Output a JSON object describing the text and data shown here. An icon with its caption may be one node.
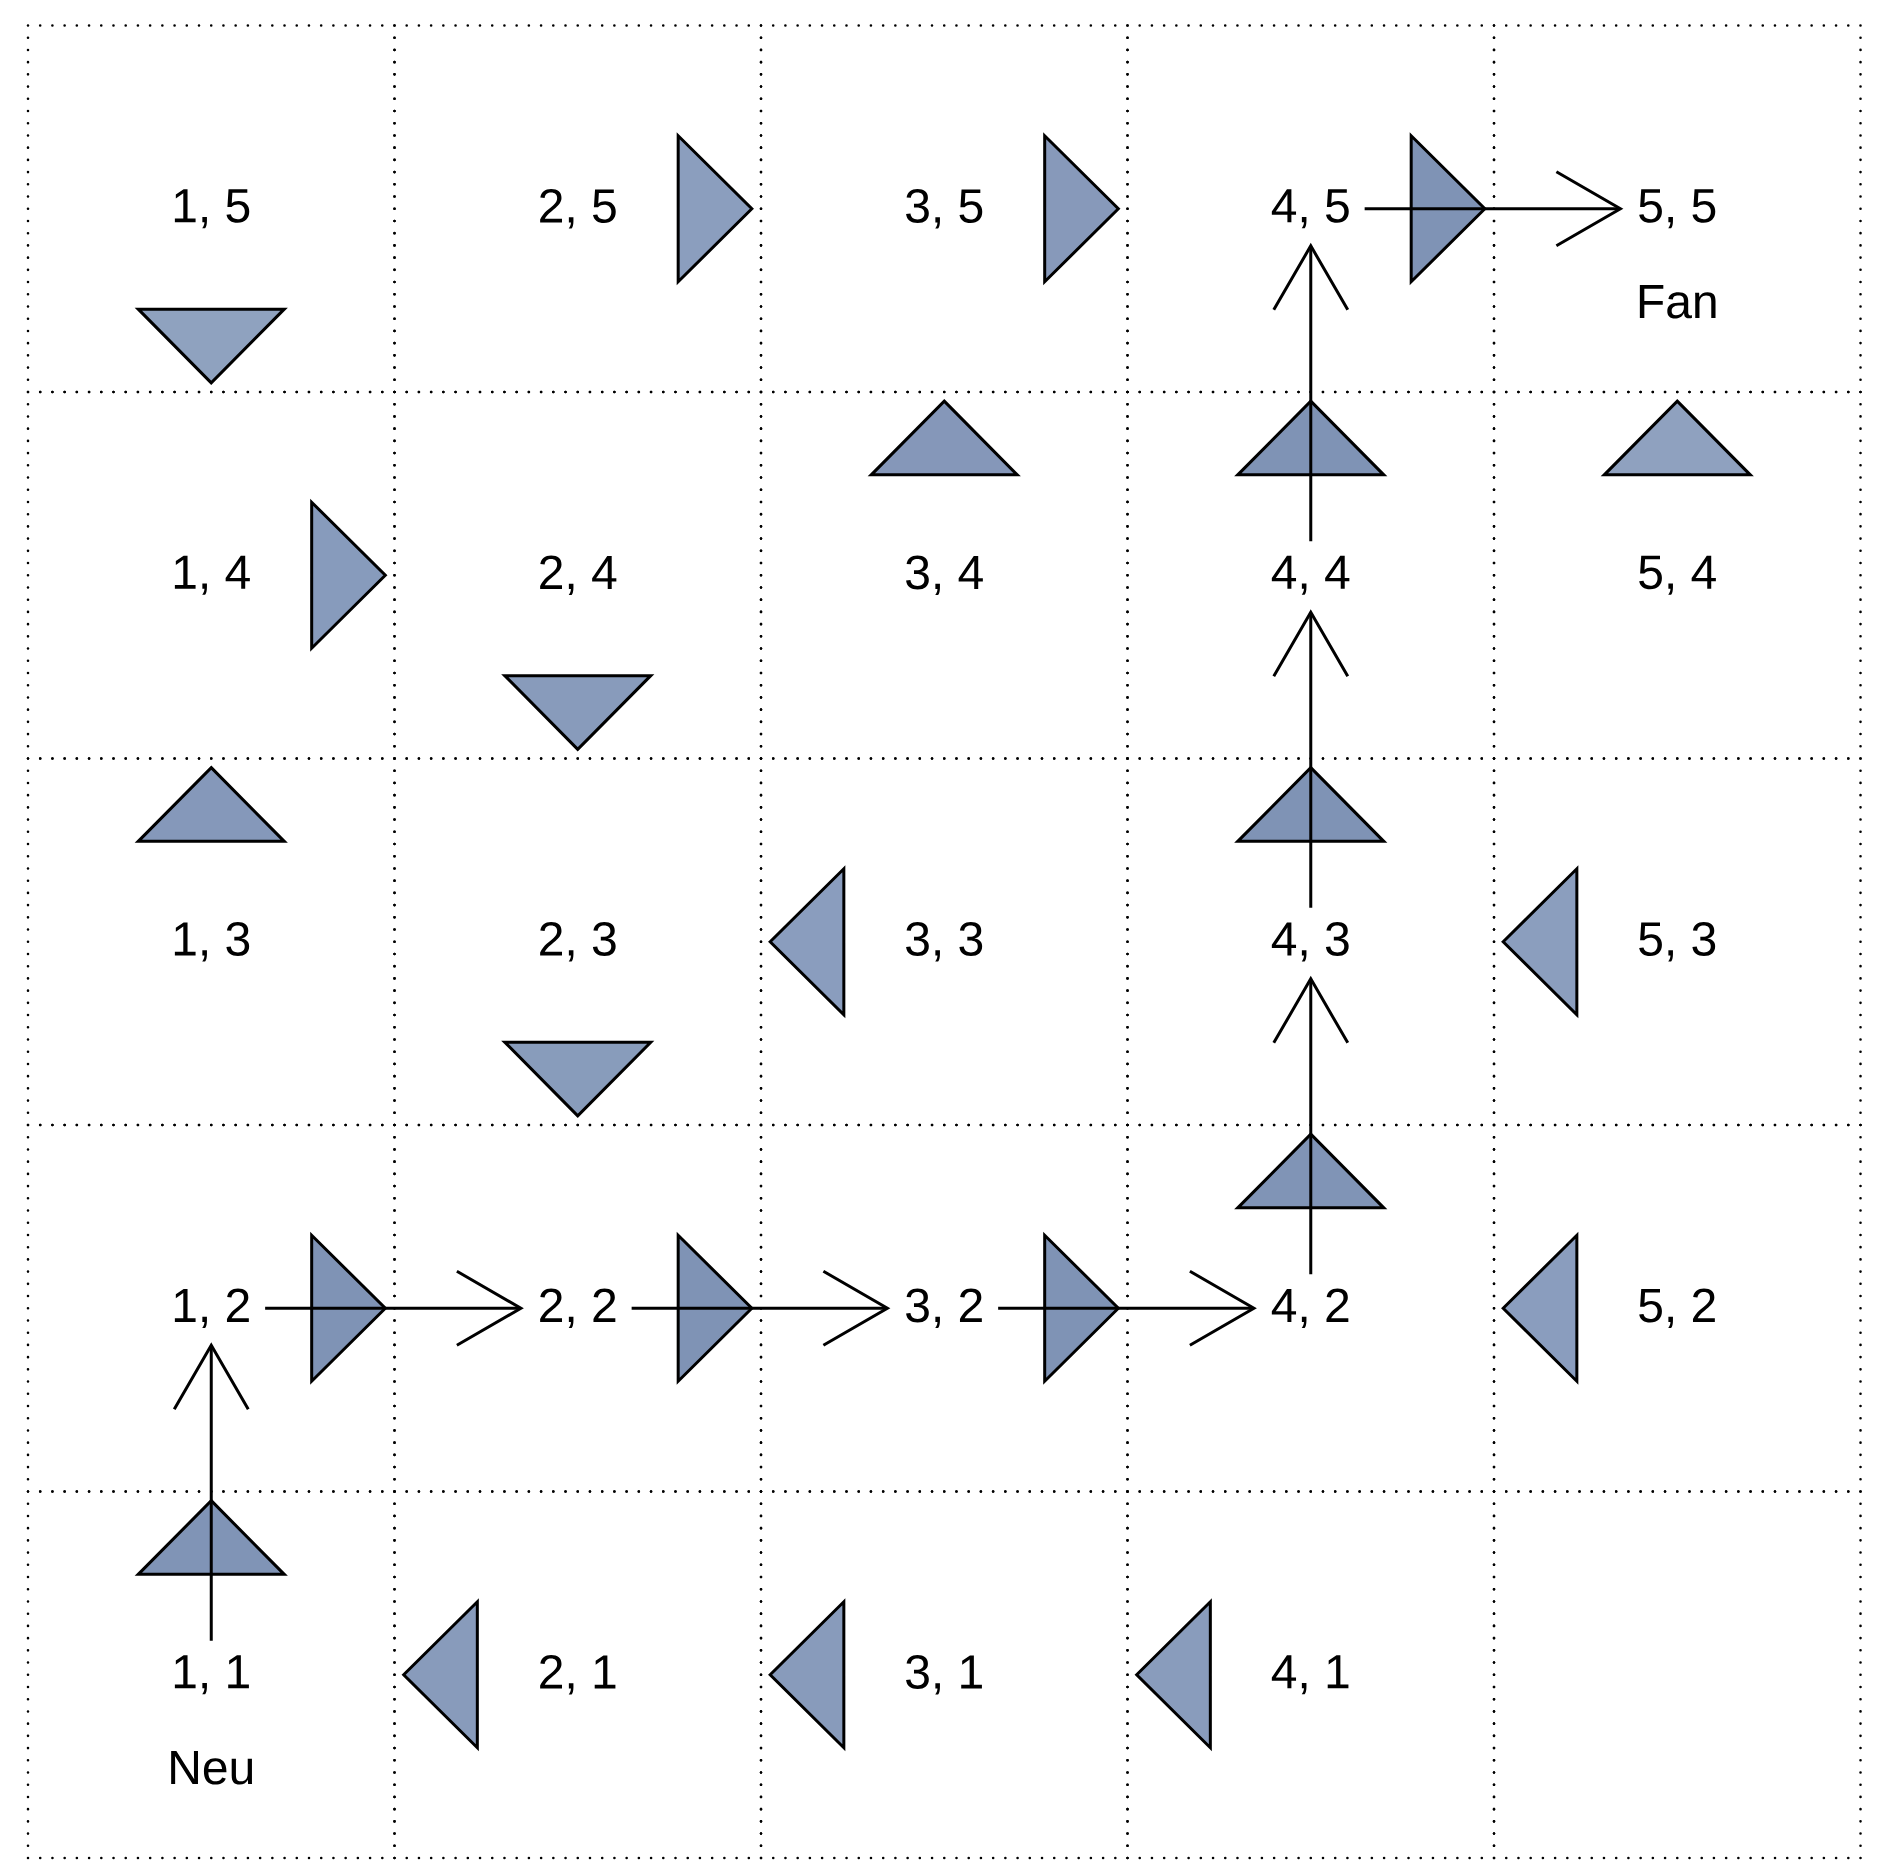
{
  "diagram": {
    "nodes": [
      {
        "text": [
          "1, 5"
        ]
      },
      {
        "text": [
          "2, 5"
        ]
      },
      {
        "text": [
          "3, 5"
        ]
      },
      {
        "text": [
          "4, 5"
        ]
      },
      {
        "text": [
          "5, 5",
          "Fan"
        ]
      },
      {
        "text": [
          "1, 4"
        ]
      },
      {
        "text": [
          "2, 4"
        ]
      },
      {
        "text": [
          "3, 4"
        ]
      },
      {
        "text": [
          "4, 4"
        ]
      },
      {
        "text": [
          "5, 4"
        ]
      },
      {
        "text": [
          "1, 3"
        ]
      },
      {
        "text": [
          "2, 3"
        ]
      },
      {
        "text": [
          "3, 3"
        ]
      },
      {
        "text": [
          "4, 3"
        ]
      },
      {
        "text": [
          "5, 3"
        ]
      },
      {
        "text": [
          "1, 2"
        ]
      },
      {
        "text": [
          "2, 2"
        ]
      },
      {
        "text": [
          "3, 2"
        ]
      },
      {
        "text": [
          "4, 2"
        ]
      },
      {
        "text": [
          "5, 2"
        ]
      },
      {
        "text": [
          "1, 1",
          "Neu"
        ]
      },
      {
        "text": [
          "2, 1"
        ]
      },
      {
        "text": [
          "3, 1"
        ]
      },
      {
        "text": [
          "4, 1"
        ]
      },
      {
        "text": [],
        "shape": "box"
      }
    ],
    "edges": [
      {
        "from": 0,
        "to": 5,
        "arrow": "to",
        "color": "#8fa2bf"
      },
      {
        "from": 1,
        "to": 2,
        "arrow": "to",
        "color": "#8b9ebe"
      },
      {
        "from": 2,
        "to": 3,
        "arrow": "to",
        "color": "#8799ba"
      },
      {
        "from": 3,
        "to": 4,
        "arrow": "to",
        "color": "#7f93b5"
      },
      {
        "from": 5,
        "to": 6,
        "arrow": "to",
        "color": "#879bbc"
      },
      {
        "from": 6,
        "to": 11,
        "arrow": "to",
        "color": "#889bbb"
      },
      {
        "from": 7,
        "to": 2,
        "arrow": "to",
        "color": "#8597b9"
      },
      {
        "from": 8,
        "to": 3,
        "arrow": "to",
        "color": "#7f93b5"
      },
      {
        "from": 9,
        "to": 4,
        "arrow": "to",
        "color": "#8fa1bf"
      },
      {
        "from": 10,
        "to": 5,
        "arrow": "to",
        "color": "#8598ba"
      },
      {
        "from": 11,
        "to": 16,
        "arrow": "to",
        "color": "#889cbb"
      },
      {
        "from": 12,
        "to": 11,
        "arrow": "to",
        "color": "#8a9dbe"
      },
      {
        "from": 13,
        "to": 8,
        "arrow": "to",
        "color": "#7f93b5"
      },
      {
        "from": 14,
        "to": 13,
        "arrow": "to",
        "color": "#8b9ebe"
      },
      {
        "from": 15,
        "to": 16,
        "arrow": "to",
        "color": "#7f93b5"
      },
      {
        "from": 16,
        "to": 17,
        "arrow": "to",
        "color": "#7f93b5"
      },
      {
        "from": 17,
        "to": 18,
        "arrow": "to",
        "color": "#7f93b5"
      },
      {
        "from": 18,
        "to": 13,
        "arrow": "to",
        "color": "#8094b6"
      },
      {
        "from": 19,
        "to": 18,
        "arrow": "to",
        "color": "#8a9dbe"
      },
      {
        "from": 20,
        "to": 15,
        "arrow": "to",
        "color": "#8094b6"
      },
      {
        "from": 21,
        "to": 20,
        "arrow": "to",
        "color": "#889bbb"
      },
      {
        "from": 22,
        "to": 21,
        "arrow": "to",
        "color": "#889bbb"
      },
      {
        "from": 23,
        "to": 22,
        "arrow": "to",
        "color": "#899cbc"
      },
      {
        "from": 20,
        "to": 15,
        "arrow": "to"
      },
      {
        "from": 15,
        "to": 16,
        "arrow": "to"
      },
      {
        "from": 16,
        "to": 17,
        "arrow": "to"
      },
      {
        "from": 17,
        "to": 18,
        "arrow": "to"
      },
      {
        "from": 18,
        "to": 13,
        "arrow": "to"
      },
      {
        "from": 13,
        "to": 8,
        "arrow": "to"
      },
      {
        "from": 8,
        "to": 3,
        "arrow": "to"
      },
      {
        "from": 3,
        "to": 4,
        "arrow": "to"
      }
    ]
  }
}
